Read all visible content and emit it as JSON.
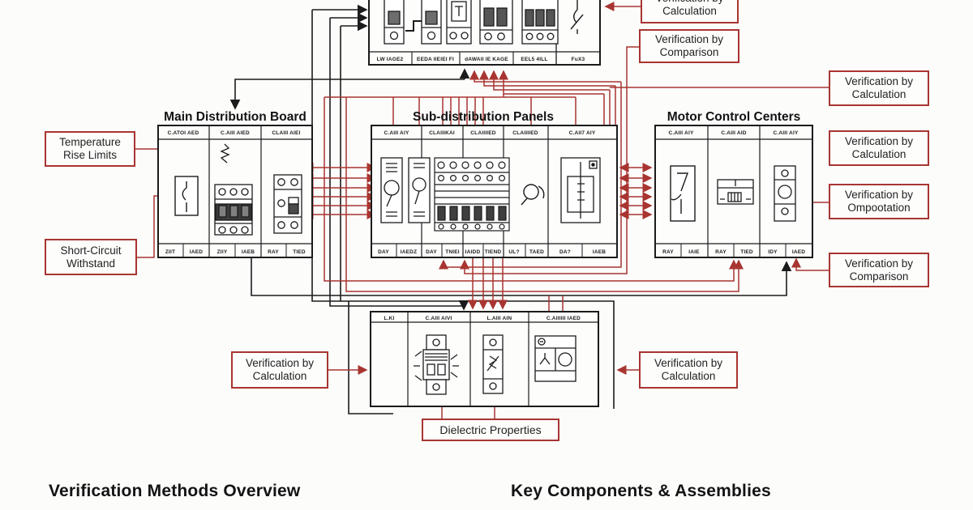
{
  "callouts": {
    "top_calculation": "Verification by\nCalculation",
    "top_comparison": "Verification by\nComparison",
    "right_calculation_1": "Verification by\nCalculation",
    "right_calculation_2": "Verification by\nCalculation",
    "right_ompootation": "Verification by\nOmpootation",
    "right_comparison": "Verification by\nComparison",
    "temperature_rise": "Temperature\nRise Limits",
    "short_circuit": "Short-Circuit\nWithstand",
    "bottom_left_calculation": "Verification by\nCalculation",
    "bottom_right_calculation": "Verification by\nCalculation",
    "dielectric": "Dielectric Properties"
  },
  "panels": {
    "top": {
      "footer_cells": [
        "LW  IAGE2",
        "EEDA IIEIEI FI",
        "dAWAII IE KAGE",
        "EEL5 4ILL",
        "FuX3"
      ]
    },
    "mdb": {
      "title": "Main Distribution Board",
      "header_cells": [
        "C.ATOI AED",
        "C.AIII AIED",
        "CLAIII AIEI"
      ],
      "footer_cells": [
        "ZIIT",
        "IAED",
        "ZIIY",
        "IAEB",
        "RAY",
        "TIED"
      ]
    },
    "sub": {
      "title": "Sub-distribution Panels",
      "header_cells": [
        "C.AIII AIY",
        "CLAIIIKAI",
        "CLAIIIIED",
        "CLAIIIIED",
        "C.AII7 AIY"
      ],
      "footer_cells": [
        "DAY",
        "IAEDZ",
        "DAY",
        "TNIEI",
        "IAIDD",
        "TIEND",
        "UL?",
        "TAED",
        "DA?",
        "IAEB"
      ]
    },
    "mcc": {
      "title": "Motor Control Centers",
      "header_cells": [
        "C.AIII AIY",
        "C.AIII AID",
        "C.AIII AIY"
      ],
      "footer_cells": [
        "RAY",
        "IAIE",
        "RAY",
        "TIED",
        "IDY",
        "IAED"
      ]
    },
    "bottom": {
      "header_cells": [
        "L.KI",
        "C.AIII AIVI",
        "L.AIII AIN",
        "C.AIIIIII IAED"
      ]
    }
  },
  "footer": {
    "left": "Verification Methods Overview",
    "right": "Key Components & Assemblies"
  },
  "colors": {
    "accent_red": "#a83531",
    "line_black": "#1b1b1b"
  }
}
